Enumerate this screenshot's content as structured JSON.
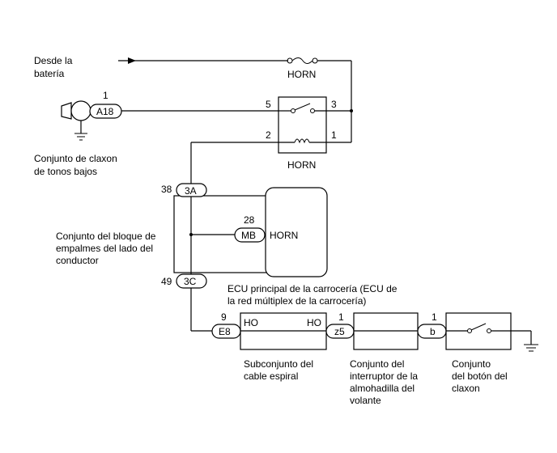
{
  "labels": {
    "desde_bateria": [
      "Desde la",
      "batería"
    ],
    "horn_fuse": "HORN",
    "horn_relay": "HORN",
    "horn_ecu": "HORN",
    "claxon_low": [
      "Conjunto de claxon",
      "de tonos bajos"
    ],
    "junction_block": [
      "Conjunto del bloque de",
      "empalmes del lado del",
      "conductor"
    ],
    "body_ecu": [
      "ECU principal de la carrocería (ECU de",
      "la red múltiplex de la carrocería)"
    ],
    "spiral_cable": [
      "Subconjunto del",
      "cable espiral"
    ],
    "pad_switch": [
      "Conjunto del",
      "interruptor de la",
      "almohadilla del",
      "volante"
    ],
    "horn_button": [
      "Conjunto",
      "del botón del",
      "claxon"
    ]
  },
  "connectors": {
    "a18": "A18",
    "c3a": "3A",
    "c3c": "3C",
    "mb": "MB",
    "e8": "E8",
    "z5": "z5",
    "b": "b"
  },
  "pins": {
    "a18_pin": "1",
    "relay_5": "5",
    "relay_3": "3",
    "relay_2": "2",
    "relay_1": "1",
    "c3a_pin": "38",
    "mb_pin": "28",
    "c3c_pin": "49",
    "e8_pin": "9",
    "z5_pin": "1",
    "b_pin": "1"
  },
  "terminals": {
    "ho_left": "HO",
    "ho_right": "HO"
  }
}
